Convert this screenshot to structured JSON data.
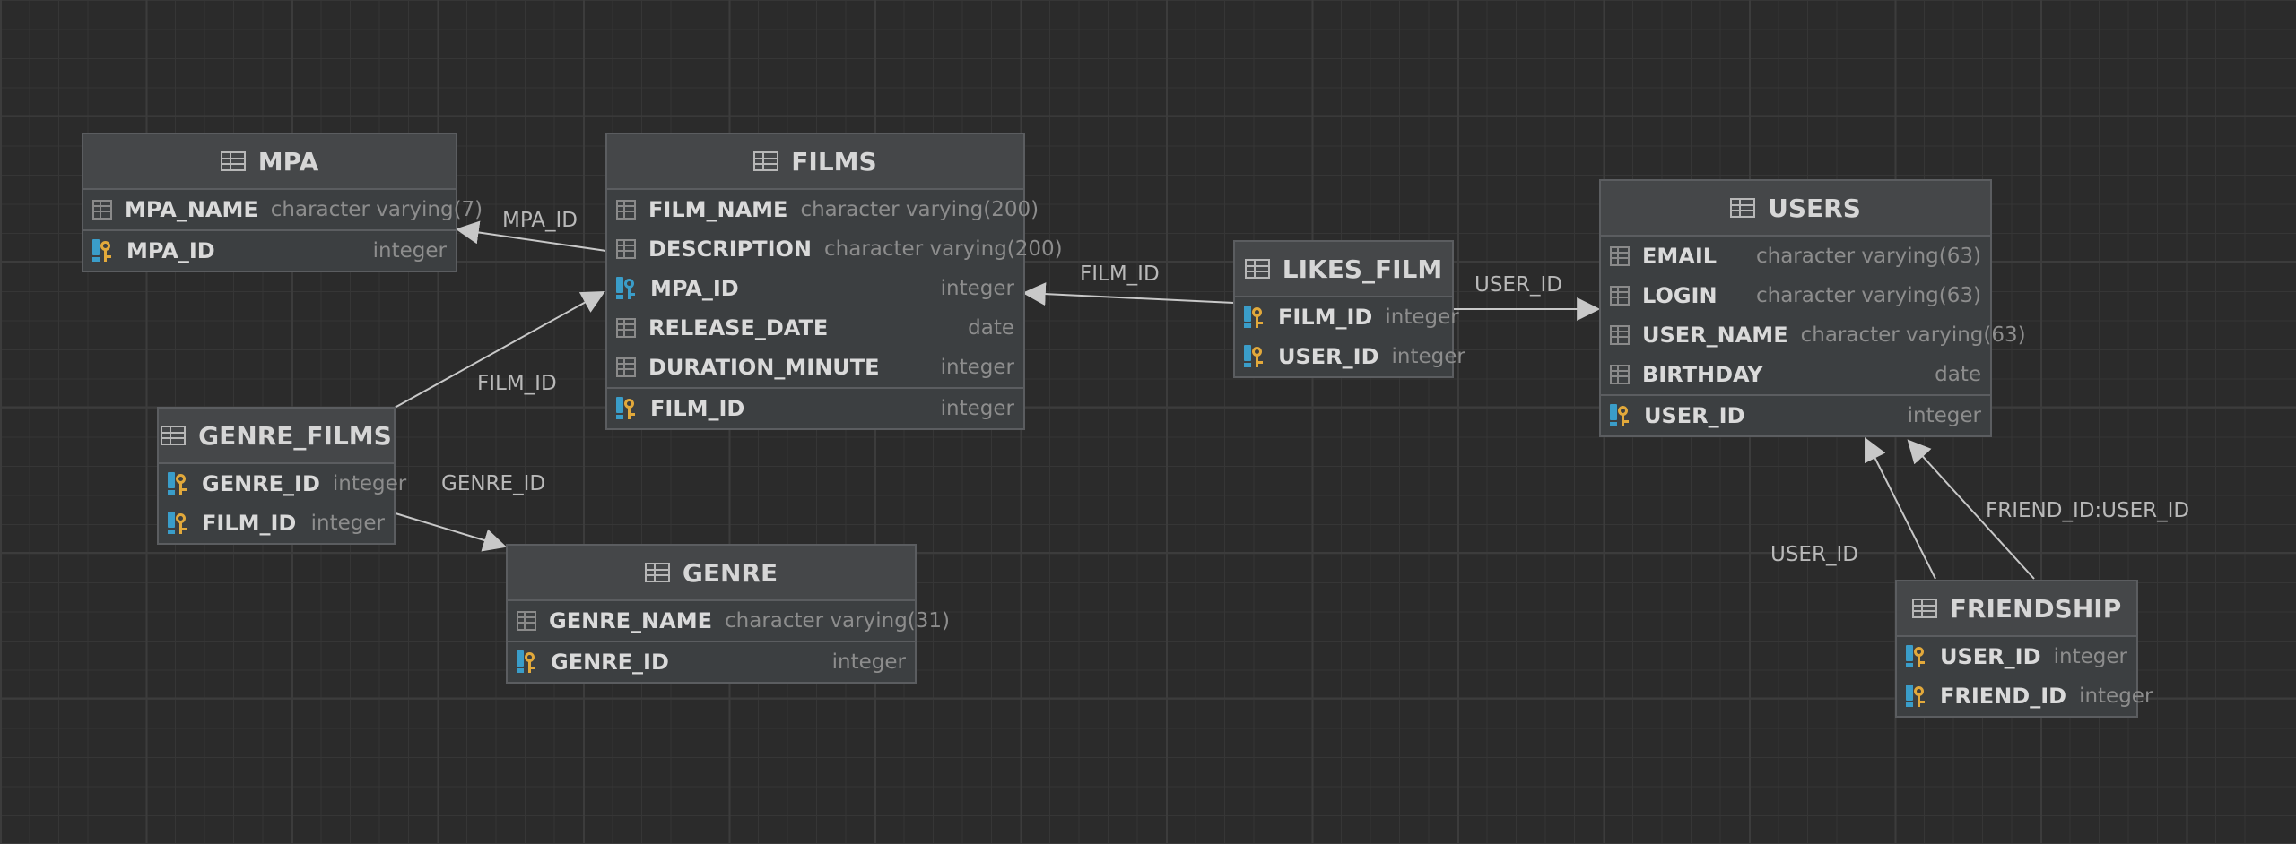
{
  "tables": {
    "mpa": {
      "name": "MPA",
      "columns": [
        {
          "name": "MPA_NAME",
          "type": "character varying(7)"
        },
        {
          "name": "MPA_ID",
          "type": "integer"
        }
      ]
    },
    "films": {
      "name": "FILMS",
      "columns": [
        {
          "name": "FILM_NAME",
          "type": "character varying(200)"
        },
        {
          "name": "DESCRIPTION",
          "type": "character varying(200)"
        },
        {
          "name": "MPA_ID",
          "type": "integer"
        },
        {
          "name": "RELEASE_DATE",
          "type": "date"
        },
        {
          "name": "DURATION_MINUTE",
          "type": "integer"
        },
        {
          "name": "FILM_ID",
          "type": "integer"
        }
      ]
    },
    "likes_film": {
      "name": "LIKES_FILM",
      "columns": [
        {
          "name": "FILM_ID",
          "type": "integer"
        },
        {
          "name": "USER_ID",
          "type": "integer"
        }
      ]
    },
    "users": {
      "name": "USERS",
      "columns": [
        {
          "name": "EMAIL",
          "type": "character varying(63)"
        },
        {
          "name": "LOGIN",
          "type": "character varying(63)"
        },
        {
          "name": "USER_NAME",
          "type": "character varying(63)"
        },
        {
          "name": "BIRTHDAY",
          "type": "date"
        },
        {
          "name": "USER_ID",
          "type": "integer"
        }
      ]
    },
    "genre_films": {
      "name": "GENRE_FILMS",
      "columns": [
        {
          "name": "GENRE_ID",
          "type": "integer"
        },
        {
          "name": "FILM_ID",
          "type": "integer"
        }
      ]
    },
    "genre": {
      "name": "GENRE",
      "columns": [
        {
          "name": "GENRE_NAME",
          "type": "character varying(31)"
        },
        {
          "name": "GENRE_ID",
          "type": "integer"
        }
      ]
    },
    "friendship": {
      "name": "FRIENDSHIP",
      "columns": [
        {
          "name": "USER_ID",
          "type": "integer"
        },
        {
          "name": "FRIEND_ID",
          "type": "integer"
        }
      ]
    }
  },
  "edges": {
    "films_mpa": "MPA_ID",
    "likes_films": "FILM_ID",
    "likes_users": "USER_ID",
    "genre_films_films": "FILM_ID",
    "genre_films_genre": "GENRE_ID",
    "friendship_user": "USER_ID",
    "friendship_friend": "FRIEND_ID:USER_ID"
  },
  "icons": {
    "table": "table-icon",
    "column": "column-icon",
    "key": "key-icon"
  },
  "colors": {
    "canvas": "#2b2b2b",
    "table_bg": "#3c3f41",
    "edge": "#c8c8c8",
    "key_gold": "#e2a93b",
    "key_blue": "#3a9dc9"
  }
}
